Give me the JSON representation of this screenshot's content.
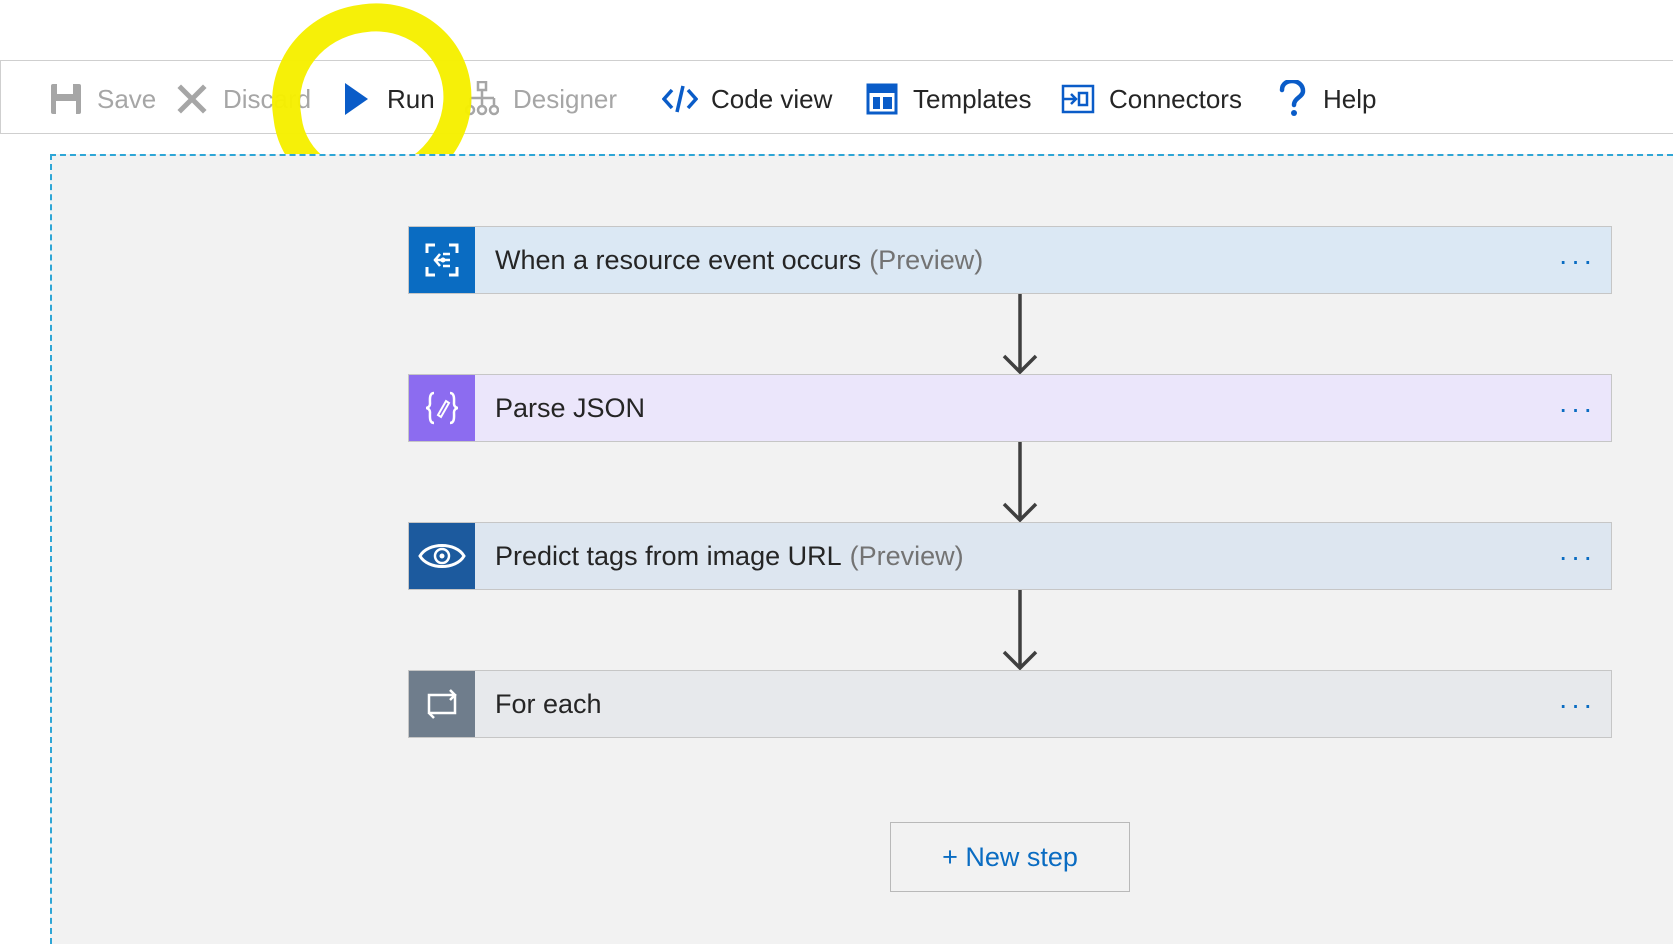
{
  "toolbar": {
    "save": {
      "label": "Save",
      "icon": "save-icon",
      "enabled": false
    },
    "discard": {
      "label": "Discard",
      "icon": "close-icon",
      "enabled": false
    },
    "run": {
      "label": "Run",
      "icon": "play-icon",
      "enabled": true
    },
    "designer": {
      "label": "Designer",
      "icon": "designer-icon",
      "enabled": false
    },
    "code_view": {
      "label": "Code view",
      "icon": "code-icon",
      "enabled": true
    },
    "templates": {
      "label": "Templates",
      "icon": "templates-icon",
      "enabled": true
    },
    "connectors": {
      "label": "Connectors",
      "icon": "connectors-icon",
      "enabled": true
    },
    "help": {
      "label": "Help",
      "icon": "help-icon",
      "enabled": true
    }
  },
  "flow": {
    "steps": [
      {
        "title": "When a resource event occurs",
        "tag": "(Preview)",
        "icon": "event-grid-icon",
        "icon_bg": "#0a6cc2",
        "bg": "#dbe8f4"
      },
      {
        "title": "Parse JSON",
        "tag": "",
        "icon": "parse-json-icon",
        "icon_bg": "#8c6cf0",
        "bg": "#ebe6fb"
      },
      {
        "title": "Predict tags from image URL",
        "tag": "(Preview)",
        "icon": "eye-icon",
        "icon_bg": "#1c5a9e",
        "bg": "#dde6f0"
      },
      {
        "title": "For each",
        "tag": "",
        "icon": "loop-icon",
        "icon_bg": "#6f7d8c",
        "bg": "#e7e9ec"
      }
    ],
    "more_label": "···",
    "new_step_label": "+ New step"
  },
  "colors": {
    "accent": "#0a6cc2",
    "highlight": "#f6f000",
    "canvas": "#f2f2f2",
    "dashed_border": "#2ea6d6"
  }
}
